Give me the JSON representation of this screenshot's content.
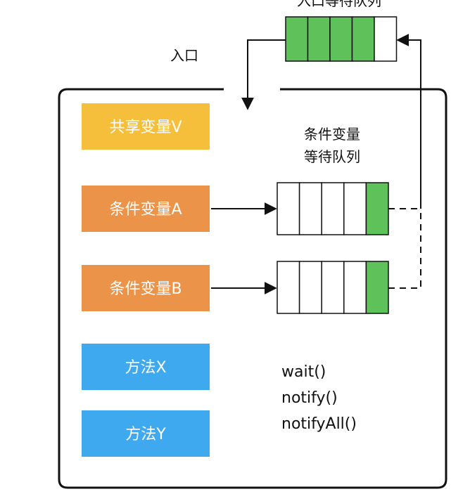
{
  "labels": {
    "entry_queue": "入口等待队列",
    "entry": "入口",
    "cond_queue_line1": "条件变量",
    "cond_queue_line2": "等待队列"
  },
  "boxes": {
    "shared_var": "共享变量V",
    "cond_a": "条件变量A",
    "cond_b": "条件变量B",
    "method_x": "方法X",
    "method_y": "方法Y"
  },
  "methods": [
    "wait()",
    "notify()",
    "notifyAll()"
  ],
  "queues": {
    "entry_filled": 4,
    "entry_total": 5,
    "cond_a_filled": 1,
    "cond_a_total": 5,
    "cond_b_filled": 1,
    "cond_b_total": 5
  },
  "colors": {
    "yellow": "#F5BF3C",
    "orange": "#EC934A",
    "blue": "#3FA9EF",
    "green": "#5EC15A",
    "stroke": "#111111"
  }
}
